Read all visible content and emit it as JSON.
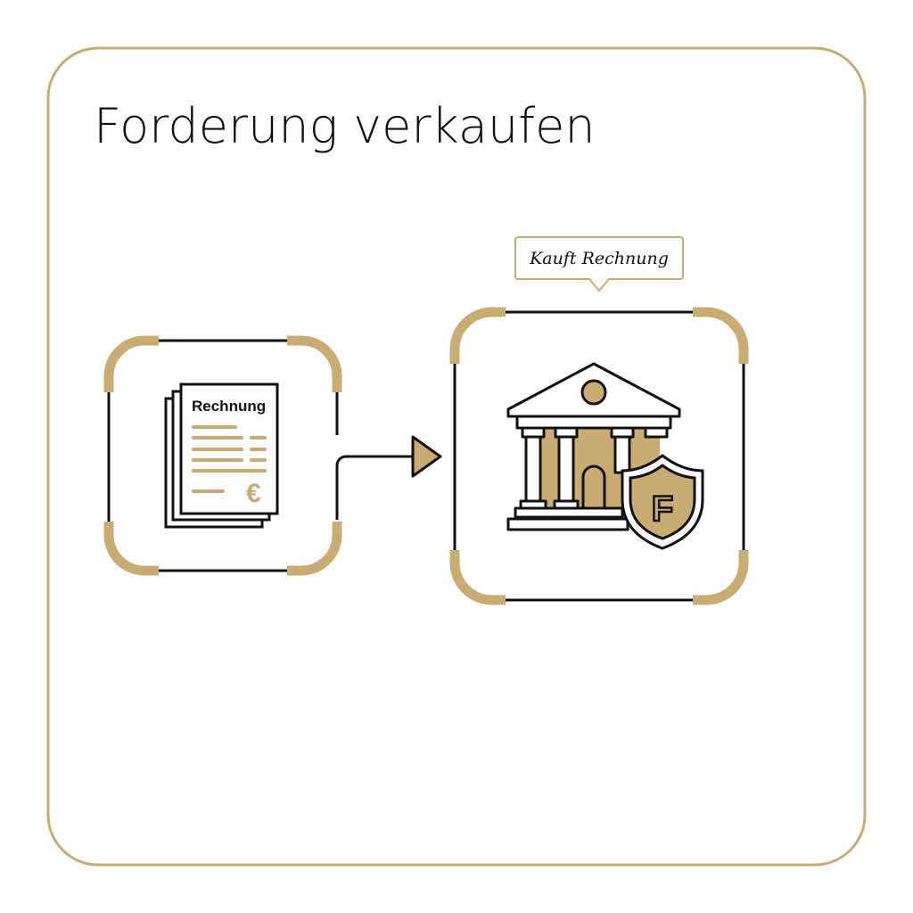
{
  "title": "Forderung verkaufen",
  "source_node": {
    "label": "Rechnung",
    "currency_symbol": "€",
    "icon": "invoice-stack-icon"
  },
  "target_node": {
    "callout": "Kauft Rechnung",
    "icon": "bank-building-icon",
    "badge_letter": "F",
    "badge_icon": "shield-icon"
  },
  "colors": {
    "accent": "#c8ac72",
    "line": "#111111",
    "background": "#ffffff"
  }
}
